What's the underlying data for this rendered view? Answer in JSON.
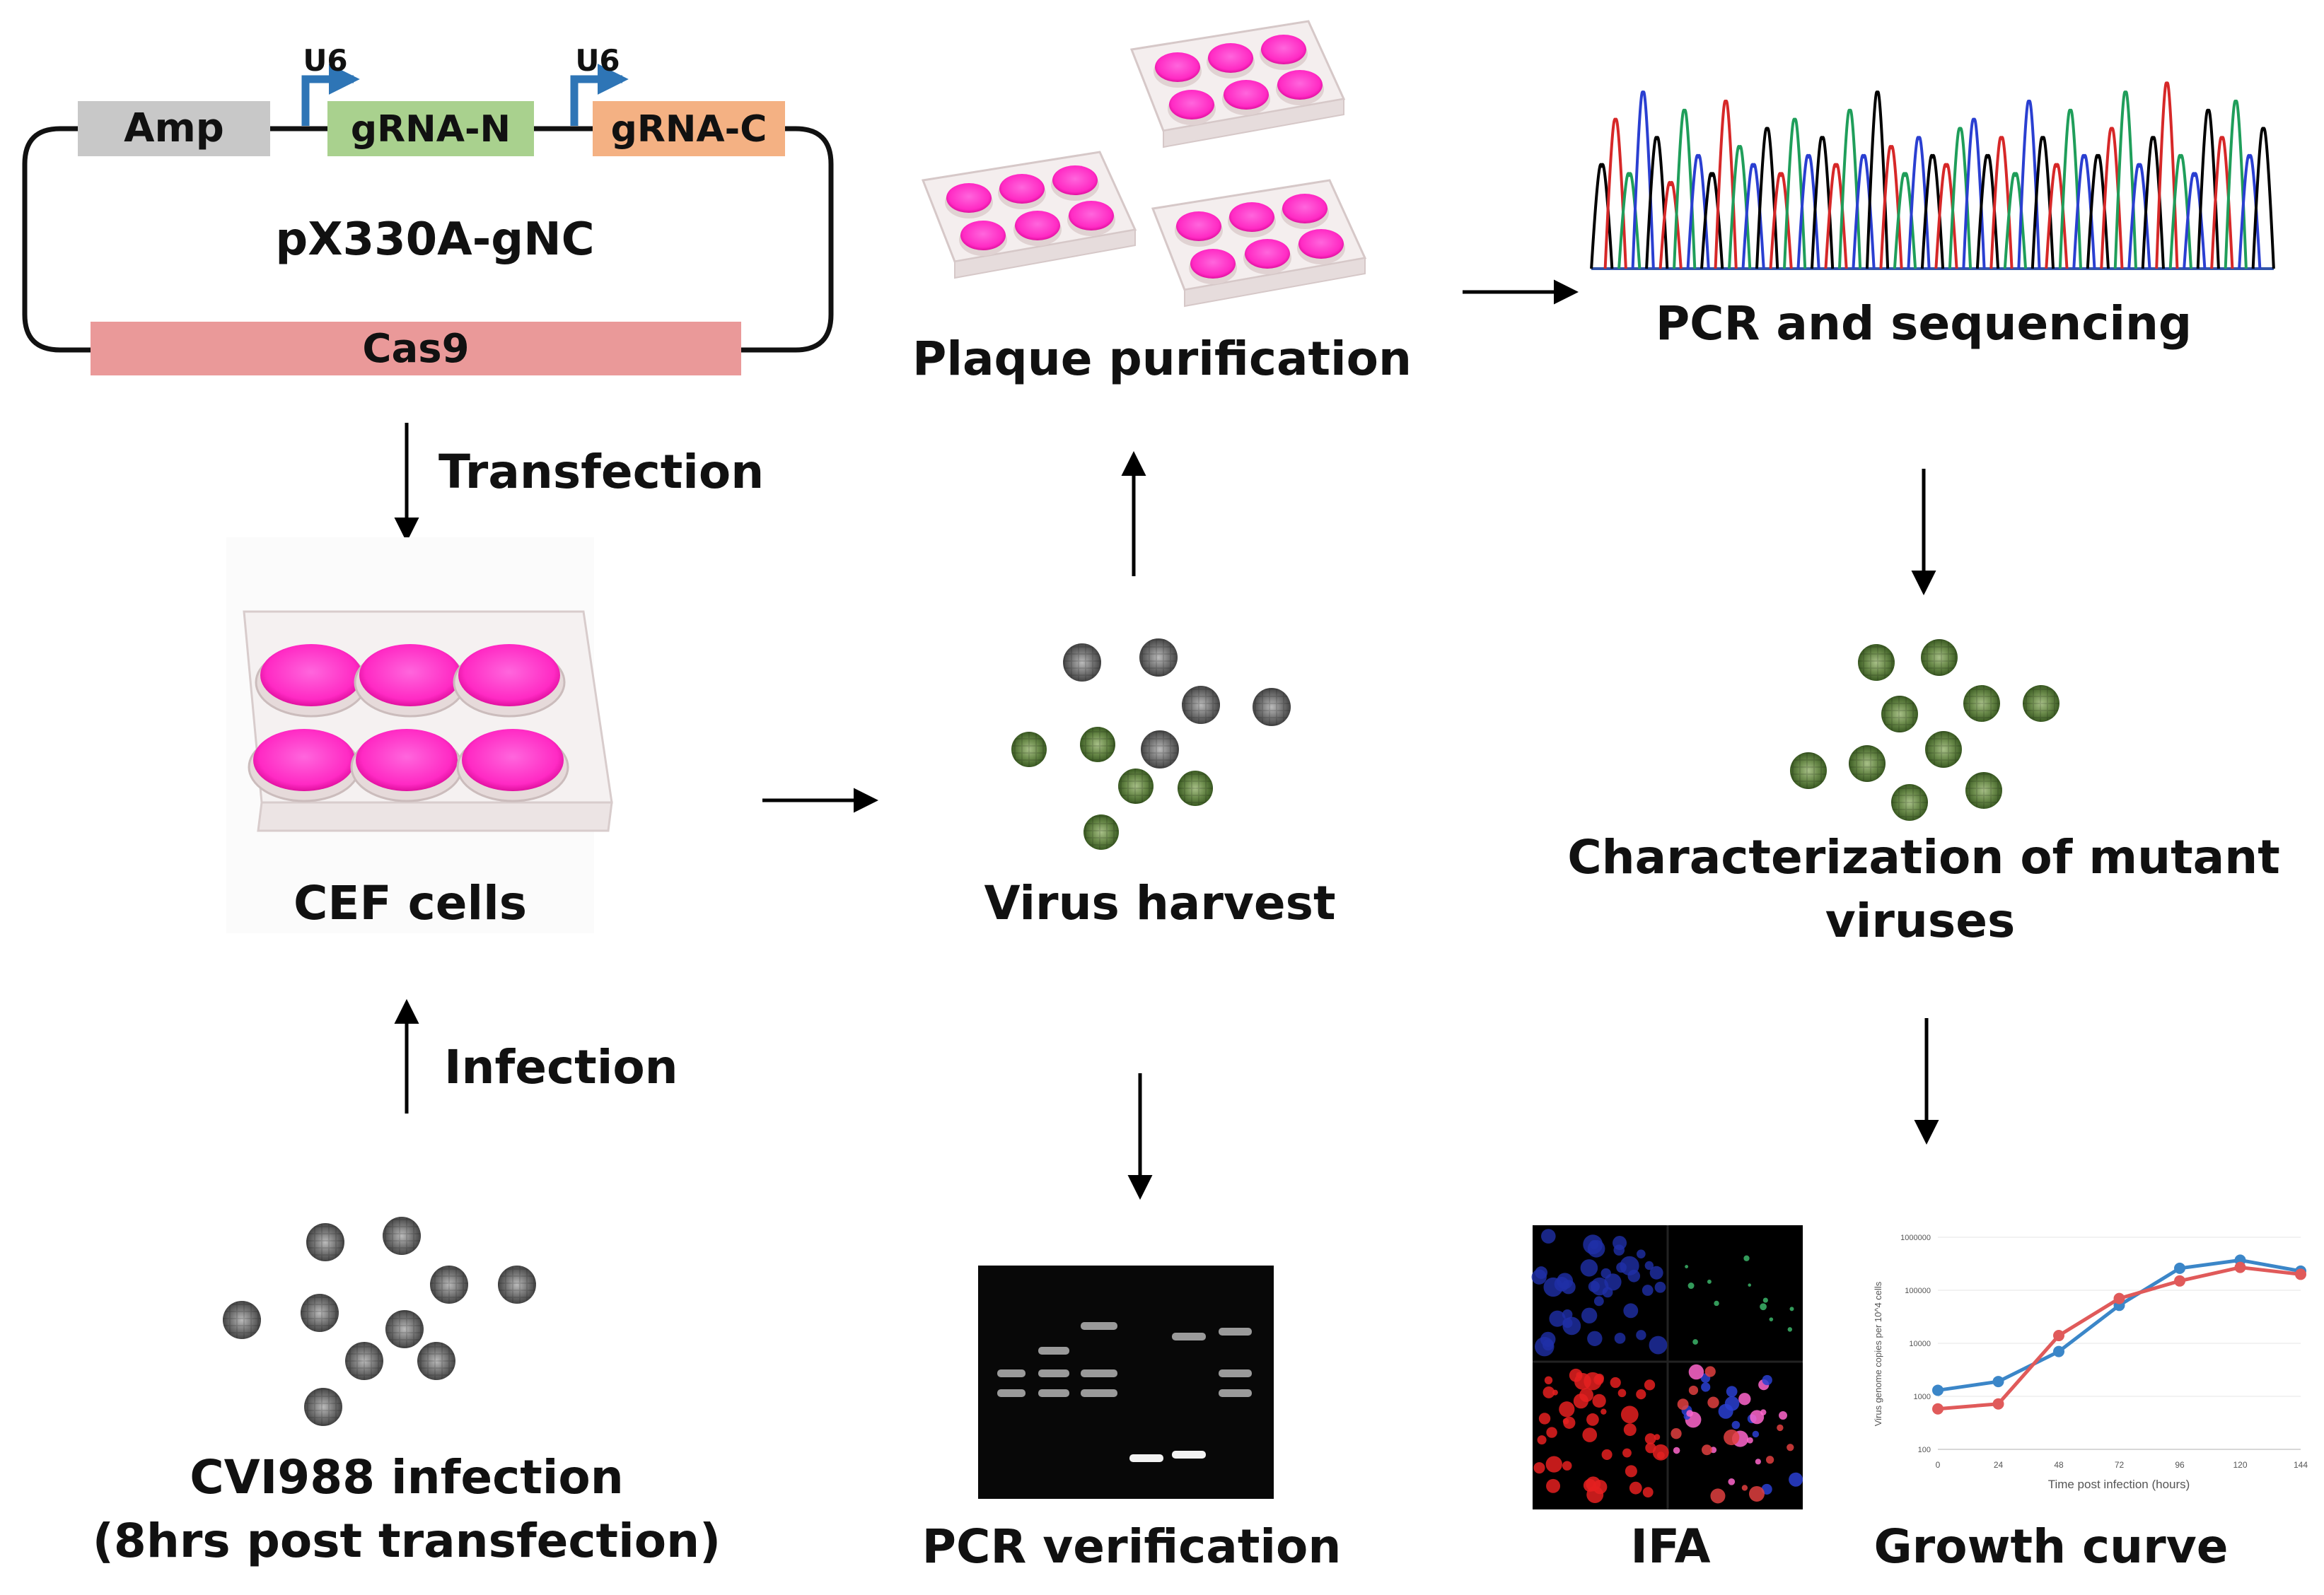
{
  "plasmid": {
    "name": "pX330A-gNC",
    "amp": "Amp",
    "gRNA_N": "gRNA-N",
    "gRNA_C": "gRNA-C",
    "promoter": "U6",
    "cas9": "Cas9"
  },
  "steps": {
    "transfection": "Transfection",
    "cef_cells": "CEF cells",
    "infection": "Infection",
    "cvi_line1": "CVI988 infection",
    "cvi_line2": "(8hrs post transfection)",
    "virus_harvest": "Virus harvest",
    "plaque_purification": "Plaque purification",
    "pcr_verification": "PCR verification",
    "pcr_sequencing": "PCR and sequencing",
    "characterization_line1": "Characterization of mutant",
    "characterization_line2": "viruses",
    "ifa": "IFA",
    "growth_curve": "Growth curve"
  },
  "colors": {
    "amp": "#c8c8c8",
    "gRNA_N": "#a9d18e",
    "gRNA_C": "#f4b183",
    "cas9": "#ea9999",
    "promoter_arrow": "#2e75b6",
    "wells": "#ff44cc",
    "virus_wt": "#6a6a6a",
    "virus_mutant": "#5a7a3a",
    "series_blue": "#3b86c8",
    "series_red": "#e05a5a"
  },
  "chart_data": {
    "type": "line",
    "title": "",
    "xlabel": "Time post infection (hours)",
    "ylabel": "Virus genome copies per 10^4 cells",
    "scale_y": "log",
    "x": [
      0,
      24,
      48,
      72,
      96,
      120,
      144
    ],
    "x_ticks": [
      "0",
      "24",
      "48",
      "72",
      "96",
      "120",
      "144"
    ],
    "y_ticks": [
      "100",
      "1000",
      "10000",
      "100000",
      "1000000"
    ],
    "ylim": [
      100,
      1000000
    ],
    "xlim": [
      0,
      144
    ],
    "series": [
      {
        "color": "#3b86c8",
        "values": [
          1300,
          1900,
          7000,
          52000,
          260000,
          370000,
          230000
        ]
      },
      {
        "color": "#e05a5a",
        "values": [
          580,
          720,
          14000,
          70000,
          150000,
          270000,
          200000
        ]
      }
    ]
  }
}
